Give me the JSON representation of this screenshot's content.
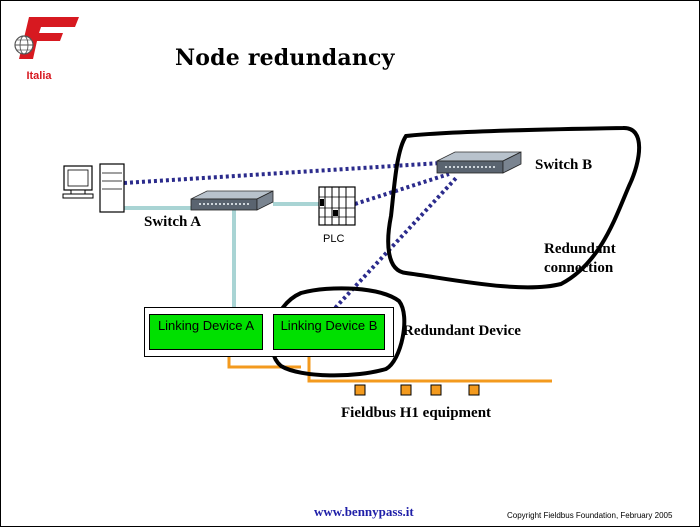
{
  "logo": {
    "label": "Italia",
    "brand_color": "#d71920"
  },
  "title": "Node redundancy",
  "nodes": {
    "switch_a": "Switch A",
    "switch_b": "Switch B",
    "plc": "PLC",
    "linking_device_a": "Linking Device A",
    "linking_device_b": "Linking Device B"
  },
  "annotations": {
    "redundant_connection": [
      "Redundant",
      "connection"
    ],
    "redundant_device": "Redundant Device",
    "fieldbus": "Fieldbus H1 equipment"
  },
  "colors": {
    "primary_link": "#a9d4d4",
    "redundant_link": "#2b2b8c",
    "fieldbus": "#f39a1e",
    "device_fill": "#00e000"
  },
  "footer": {
    "url": "www.bennypass.it",
    "copyright": "Copyright Fieldbus Foundation,  February 2005"
  }
}
